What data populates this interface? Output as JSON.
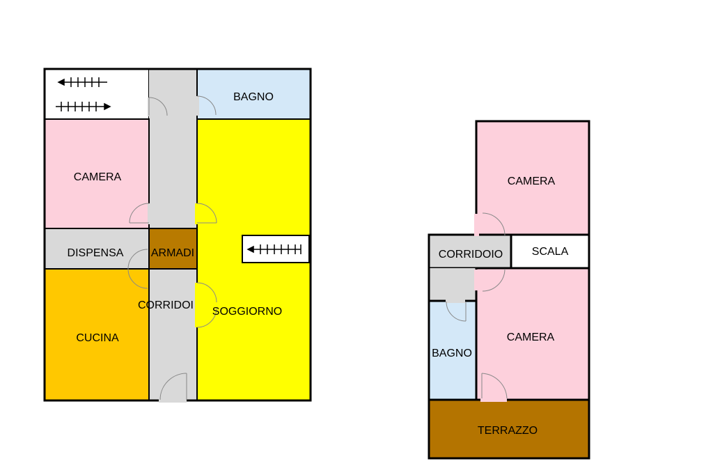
{
  "colors": {
    "wall": "#000000",
    "corridor": "#d9d9d9",
    "bathroom": "#d4e8f8",
    "bedroom": "#fdd0dc",
    "living": "#ffff00",
    "kitchen": "#ffc800",
    "wardrobe": "#b87a00",
    "terrace": "#b47400",
    "storage": "#d9d9d9",
    "stair": "#ffffff",
    "door_arc": "#888888"
  },
  "ground_floor": {
    "bagno": "BAGNO",
    "camera": "CAMERA",
    "dispensa": "DISPENSA",
    "armadi": "ARMADI",
    "corridoio": "CORRIDOI",
    "soggiorno": "SOGGIORNO",
    "cucina": "CUCINA"
  },
  "upper_floor": {
    "camera_top": "CAMERA",
    "corridoio": "CORRIDOIO",
    "scala": "SCALA",
    "bagno": "BAGNO",
    "camera_bottom": "CAMERA",
    "terrazzo": "TERRAZZO"
  }
}
